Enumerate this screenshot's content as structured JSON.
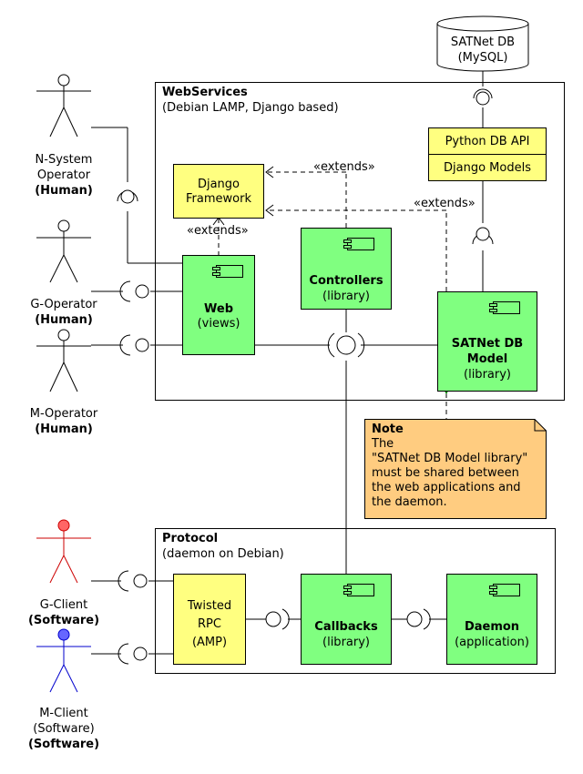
{
  "database": {
    "line1": "SATNet DB",
    "line2": "(MySQL)"
  },
  "webservices": {
    "title": "WebServices",
    "subtitle": "(Debian LAMP, Django based)"
  },
  "protocol": {
    "title": "Protocol",
    "subtitle": "(daemon on Debian)"
  },
  "python_api": "Python DB API",
  "django_models": "Django Models",
  "django_framework": {
    "line1": "Django",
    "line2": "Framework"
  },
  "web": {
    "name": "Web",
    "sub": "(views)"
  },
  "controllers": {
    "name": "Controllers",
    "sub": "(library)"
  },
  "model": {
    "line1": "SATNet DB",
    "line2": "Model",
    "sub": "(library)"
  },
  "stereotypes": {
    "extends1": "«extends»",
    "extends2": "«extends»",
    "extends3": "«extends»"
  },
  "note": {
    "title": "Note",
    "lines": [
      "The",
      "\"SATNet DB Model library\"",
      "must be shared between",
      "the web applications and",
      "the daemon."
    ]
  },
  "twisted": {
    "line1": "Twisted",
    "line2": "RPC",
    "line3": "(AMP)"
  },
  "callbacks": {
    "name": "Callbacks",
    "sub": "(library)"
  },
  "daemon": {
    "name": "Daemon",
    "sub": "(application)"
  },
  "actors": {
    "n_operator": {
      "line1": "N-System",
      "line2": "Operator",
      "kind": "(Human)"
    },
    "g_operator": {
      "line1": "G-Operator",
      "kind": "(Human)"
    },
    "m_operator": {
      "line1": "M-Operator",
      "kind": "(Human)"
    },
    "g_client": {
      "line1": "G-Client",
      "kind": "(Software)"
    },
    "m_client": {
      "line1": "M-Client",
      "line2": "(Software)",
      "kind": "(Software)"
    }
  },
  "colors": {
    "component": "#80ff80",
    "library": "#ffff80",
    "note": "#ffcc80",
    "g_client": "#ff6666",
    "m_client": "#6666ff"
  }
}
